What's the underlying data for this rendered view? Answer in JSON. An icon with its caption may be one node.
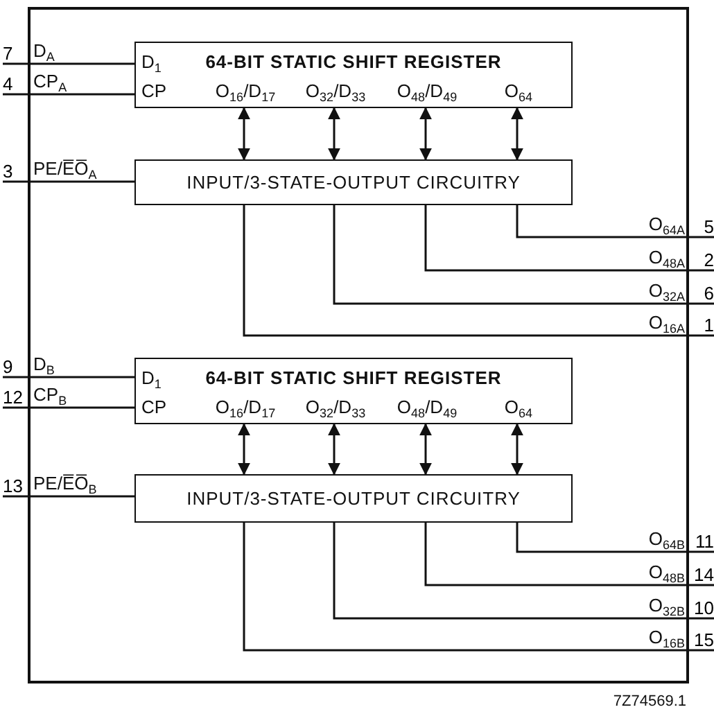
{
  "diagram": {
    "nodes": [
      {
        "text": [],
        "shape": "box"
      },
      {
        "text": [
          "D$_{1}$",
          "CP",
          "64-BIT STATIC SHIFT REGISTER",
          "O$_{16}$/D$_{17}$",
          "O$_{32}$/D$_{33}$",
          "O$_{48}$/D$_{49}$",
          "O$_{64}$"
        ],
        "in": 0
      },
      {
        "text": [
          "INPUT/3-STATE-OUTPUT CIRCUITRY"
        ],
        "in": 0
      },
      {
        "text": [
          "D$_{1}$",
          "CP",
          "64-BIT STATIC SHIFT REGISTER",
          "O$_{16}$/D$_{17}$",
          "O$_{32}$/D$_{33}$",
          "O$_{48}$/D$_{49}$",
          "O$_{64}$"
        ],
        "in": 0
      },
      {
        "text": [
          "INPUT/3-STATE-OUTPUT CIRCUITRY"
        ],
        "in": 0
      },
      {
        "text": [
          "7"
        ],
        "beside": [
          "D$_{A}$"
        ]
      },
      {
        "text": [
          "4"
        ],
        "beside": [
          "CP$_{A}$"
        ]
      },
      {
        "text": [
          "3"
        ],
        "beside": [
          "PE/E̅O̅$_{A}$"
        ]
      },
      {
        "text": [
          "5"
        ],
        "beside": [
          "O$_{64A}$"
        ]
      },
      {
        "text": [
          "2"
        ],
        "beside": [
          "O$_{48A}$"
        ]
      },
      {
        "text": [
          "6"
        ],
        "beside": [
          "O$_{32A}$"
        ]
      },
      {
        "text": [
          "1"
        ],
        "beside": [
          "O$_{16A}$"
        ]
      },
      {
        "text": [
          "9"
        ],
        "beside": [
          "D$_{B}$"
        ]
      },
      {
        "text": [
          "12"
        ],
        "beside": [
          "CP$_{B}$"
        ]
      },
      {
        "text": [
          "13"
        ],
        "beside": [
          "PE/E̅O̅$_{B}$"
        ]
      },
      {
        "text": [
          "11"
        ],
        "beside": [
          "O$_{64B}$"
        ]
      },
      {
        "text": [
          "14"
        ],
        "beside": [
          "O$_{48B}$"
        ]
      },
      {
        "text": [
          "10"
        ],
        "beside": [
          "O$_{32B}$"
        ]
      },
      {
        "text": [
          "15"
        ],
        "beside": [
          "O$_{16B}$"
        ]
      }
    ],
    "edges": [
      {
        "from": 5,
        "to": 1,
        "arrow": "none"
      },
      {
        "from": 6,
        "to": 1,
        "arrow": "none"
      },
      {
        "from": 7,
        "to": 2,
        "arrow": "none"
      },
      {
        "from": 1,
        "to": 2,
        "arrow": "both"
      },
      {
        "from": 1,
        "to": 2,
        "arrow": "both"
      },
      {
        "from": 1,
        "to": 2,
        "arrow": "both"
      },
      {
        "from": 1,
        "to": 2,
        "arrow": "both"
      },
      {
        "from": 2,
        "to": 8,
        "arrow": "none"
      },
      {
        "from": 2,
        "to": 9,
        "arrow": "none"
      },
      {
        "from": 2,
        "to": 10,
        "arrow": "none"
      },
      {
        "from": 2,
        "to": 11,
        "arrow": "none"
      },
      {
        "from": 12,
        "to": 3,
        "arrow": "none"
      },
      {
        "from": 13,
        "to": 3,
        "arrow": "none"
      },
      {
        "from": 14,
        "to": 4,
        "arrow": "none"
      },
      {
        "from": 3,
        "to": 4,
        "arrow": "both"
      },
      {
        "from": 3,
        "to": 4,
        "arrow": "both"
      },
      {
        "from": 3,
        "to": 4,
        "arrow": "both"
      },
      {
        "from": 3,
        "to": 4,
        "arrow": "both"
      },
      {
        "from": 4,
        "to": 15,
        "arrow": "none"
      },
      {
        "from": 4,
        "to": 16,
        "arrow": "none"
      },
      {
        "from": 4,
        "to": 17,
        "arrow": "none"
      },
      {
        "from": 4,
        "to": 18,
        "arrow": "none"
      }
    ],
    "labels": [
      "7Z74569.1"
    ]
  }
}
